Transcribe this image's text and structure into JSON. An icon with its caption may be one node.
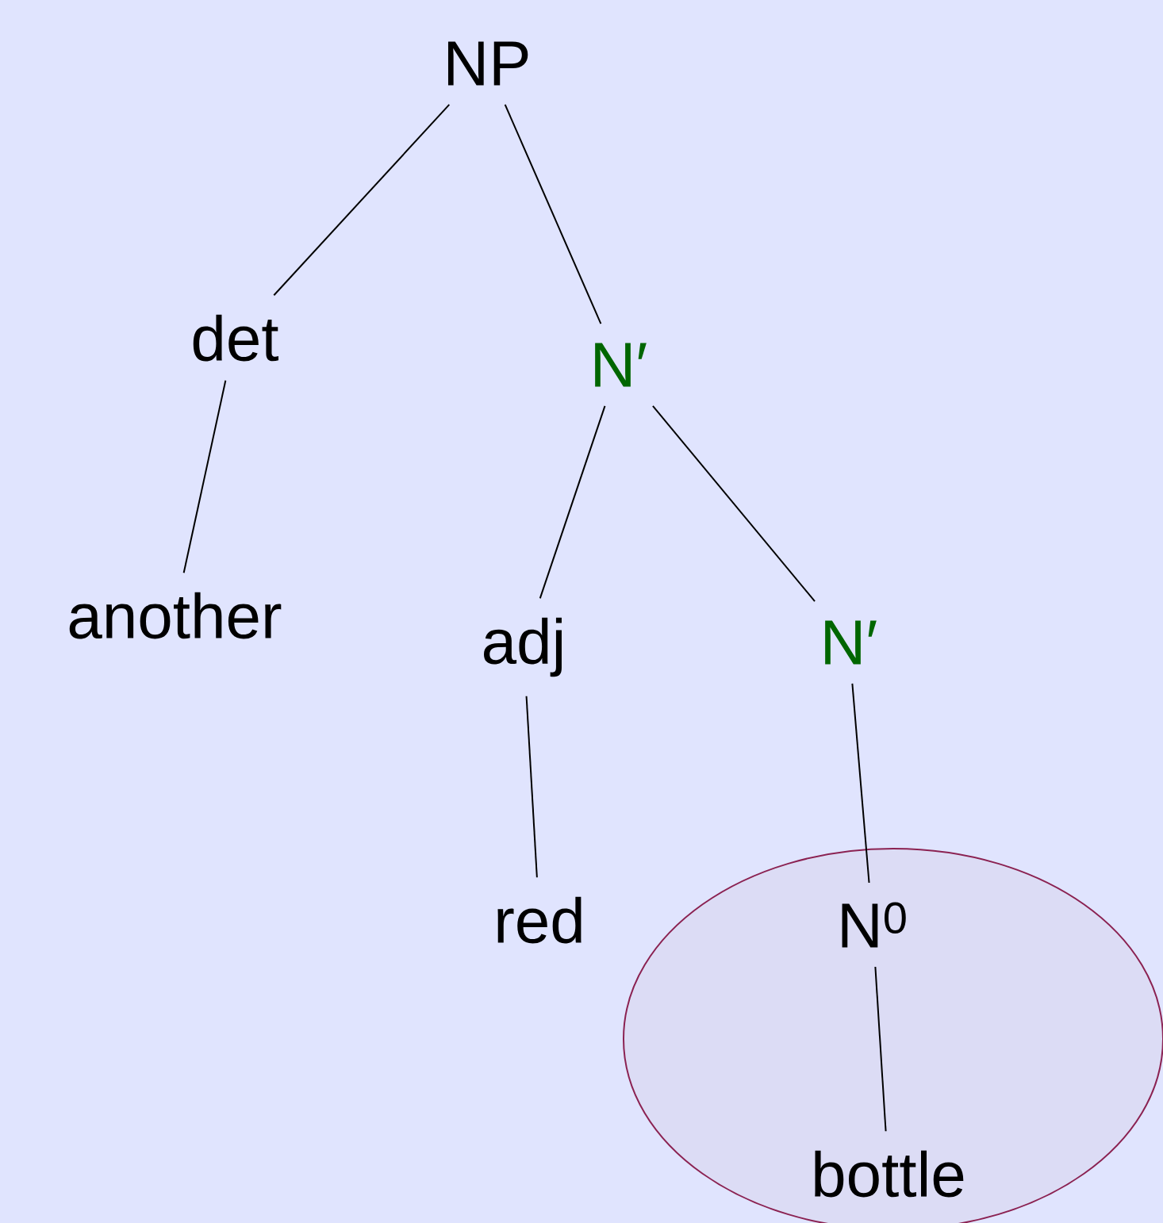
{
  "diagram": {
    "nodes": [
      {
        "text": [
          "NP"
        ]
      },
      {
        "text": [
          "det"
        ]
      },
      {
        "text": [
          "N′"
        ]
      },
      {
        "text": [
          "another"
        ]
      },
      {
        "text": [
          "adj"
        ]
      },
      {
        "text": [
          "N′"
        ]
      },
      {
        "text": [
          "red"
        ]
      },
      {
        "text": [],
        "shape": "ellipse"
      },
      {
        "text": [
          "N$^{0}$"
        ],
        "in": 7
      },
      {
        "text": [
          "bottle"
        ],
        "in": 7
      }
    ],
    "edges": [
      {
        "from": 0,
        "to": 1,
        "arrow": "none"
      },
      {
        "from": 0,
        "to": 2,
        "arrow": "none"
      },
      {
        "from": 1,
        "to": 3,
        "arrow": "none"
      },
      {
        "from": 2,
        "to": 4,
        "arrow": "none"
      },
      {
        "from": 2,
        "to": 5,
        "arrow": "none"
      },
      {
        "from": 4,
        "to": 6,
        "arrow": "none"
      },
      {
        "from": 5,
        "to": 8,
        "arrow": "none"
      },
      {
        "from": 8,
        "to": 9,
        "arrow": "none"
      }
    ]
  }
}
